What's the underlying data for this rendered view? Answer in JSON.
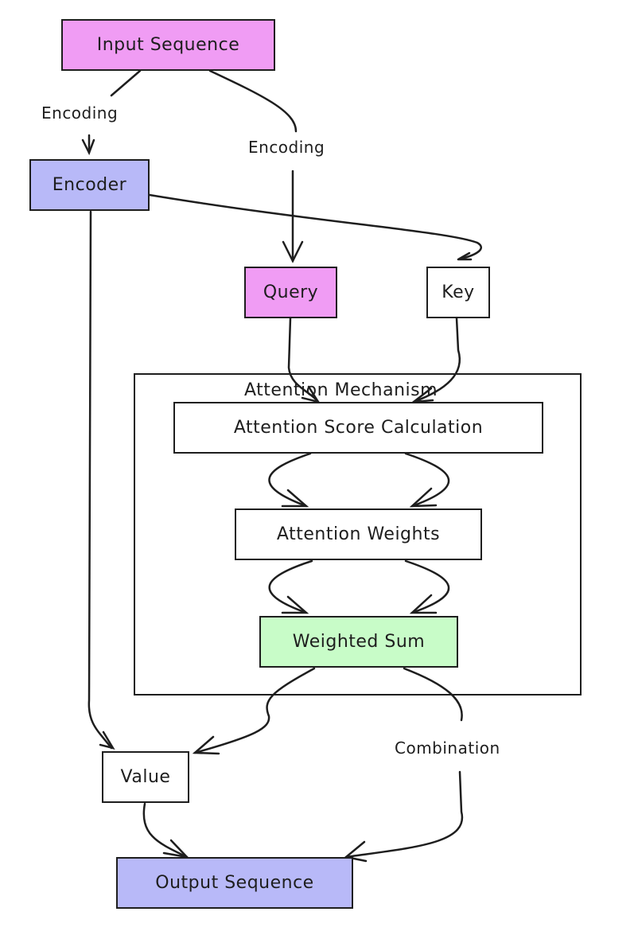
{
  "colors": {
    "pink": "#f09cf4",
    "blue": "#b8b9f8",
    "green": "#c8fcc8",
    "white": "#ffffff",
    "stroke": "#1e1e1e"
  },
  "nodes": {
    "input_sequence": "Input Sequence",
    "encoder": "Encoder",
    "query": "Query",
    "key": "Key",
    "attention_score": "Attention Score Calculation",
    "attention_weights": "Attention Weights",
    "weighted_sum": "Weighted Sum",
    "value": "Value",
    "output_sequence": "Output Sequence"
  },
  "group": {
    "title": "Attention Mechanism"
  },
  "edge_labels": {
    "input_to_encoder": "Encoding",
    "input_to_query": "Encoding",
    "weighted_to_output": "Combination"
  },
  "edges": [
    {
      "from": "input_sequence",
      "to": "encoder",
      "label": "Encoding"
    },
    {
      "from": "input_sequence",
      "to": "query",
      "label": "Encoding"
    },
    {
      "from": "encoder",
      "to": "key"
    },
    {
      "from": "encoder",
      "to": "value"
    },
    {
      "from": "query",
      "to": "attention_score"
    },
    {
      "from": "key",
      "to": "attention_score"
    },
    {
      "from": "attention_score",
      "to": "attention_weights"
    },
    {
      "from": "attention_weights",
      "to": "weighted_sum"
    },
    {
      "from": "weighted_sum",
      "to": "value"
    },
    {
      "from": "weighted_sum",
      "to": "output_sequence",
      "label": "Combination"
    },
    {
      "from": "value",
      "to": "output_sequence"
    }
  ]
}
